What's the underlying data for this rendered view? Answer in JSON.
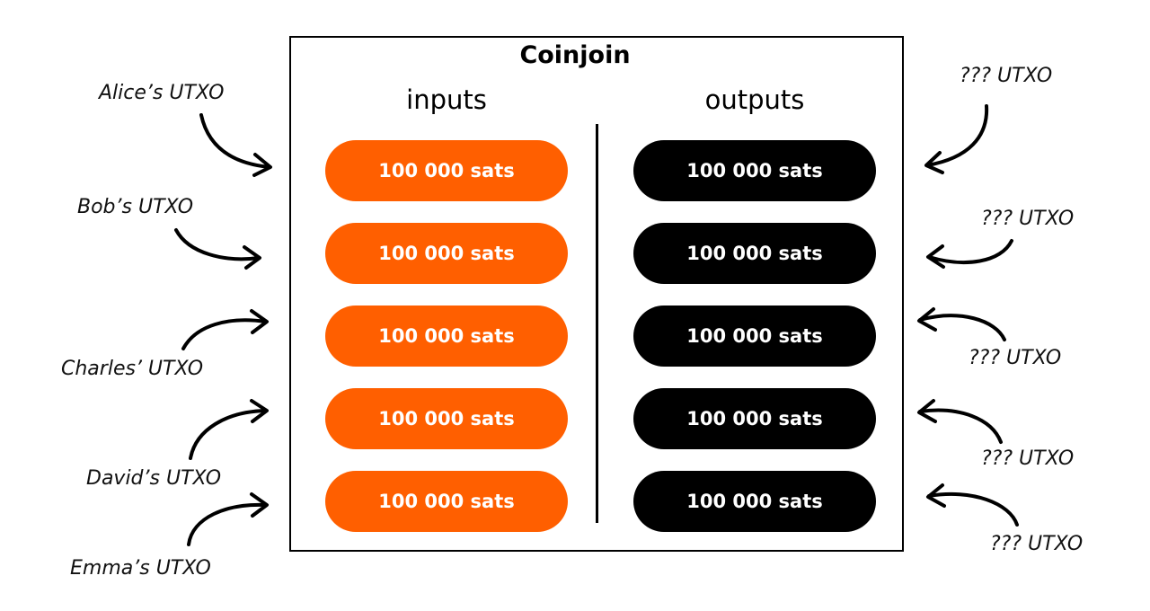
{
  "title": "Coinjoin",
  "columns": {
    "inputs": "inputs",
    "outputs": "outputs"
  },
  "colors": {
    "input_fill": "#ff5f00",
    "output_fill": "#000000",
    "pill_text": "#ffffff"
  },
  "inputs": [
    {
      "amount": "100 000 sats",
      "owner": "Alice’s UTXO"
    },
    {
      "amount": "100 000 sats",
      "owner": "Bob’s UTXO"
    },
    {
      "amount": "100 000 sats",
      "owner": "Charles’ UTXO"
    },
    {
      "amount": "100 000 sats",
      "owner": "David’s UTXO"
    },
    {
      "amount": "100 000 sats",
      "owner": "Emma’s UTXO"
    }
  ],
  "outputs": [
    {
      "amount": "100 000 sats",
      "owner": "??? UTXO"
    },
    {
      "amount": "100 000 sats",
      "owner": "??? UTXO"
    },
    {
      "amount": "100 000 sats",
      "owner": "??? UTXO"
    },
    {
      "amount": "100 000 sats",
      "owner": "??? UTXO"
    },
    {
      "amount": "100 000 sats",
      "owner": "??? UTXO"
    }
  ]
}
